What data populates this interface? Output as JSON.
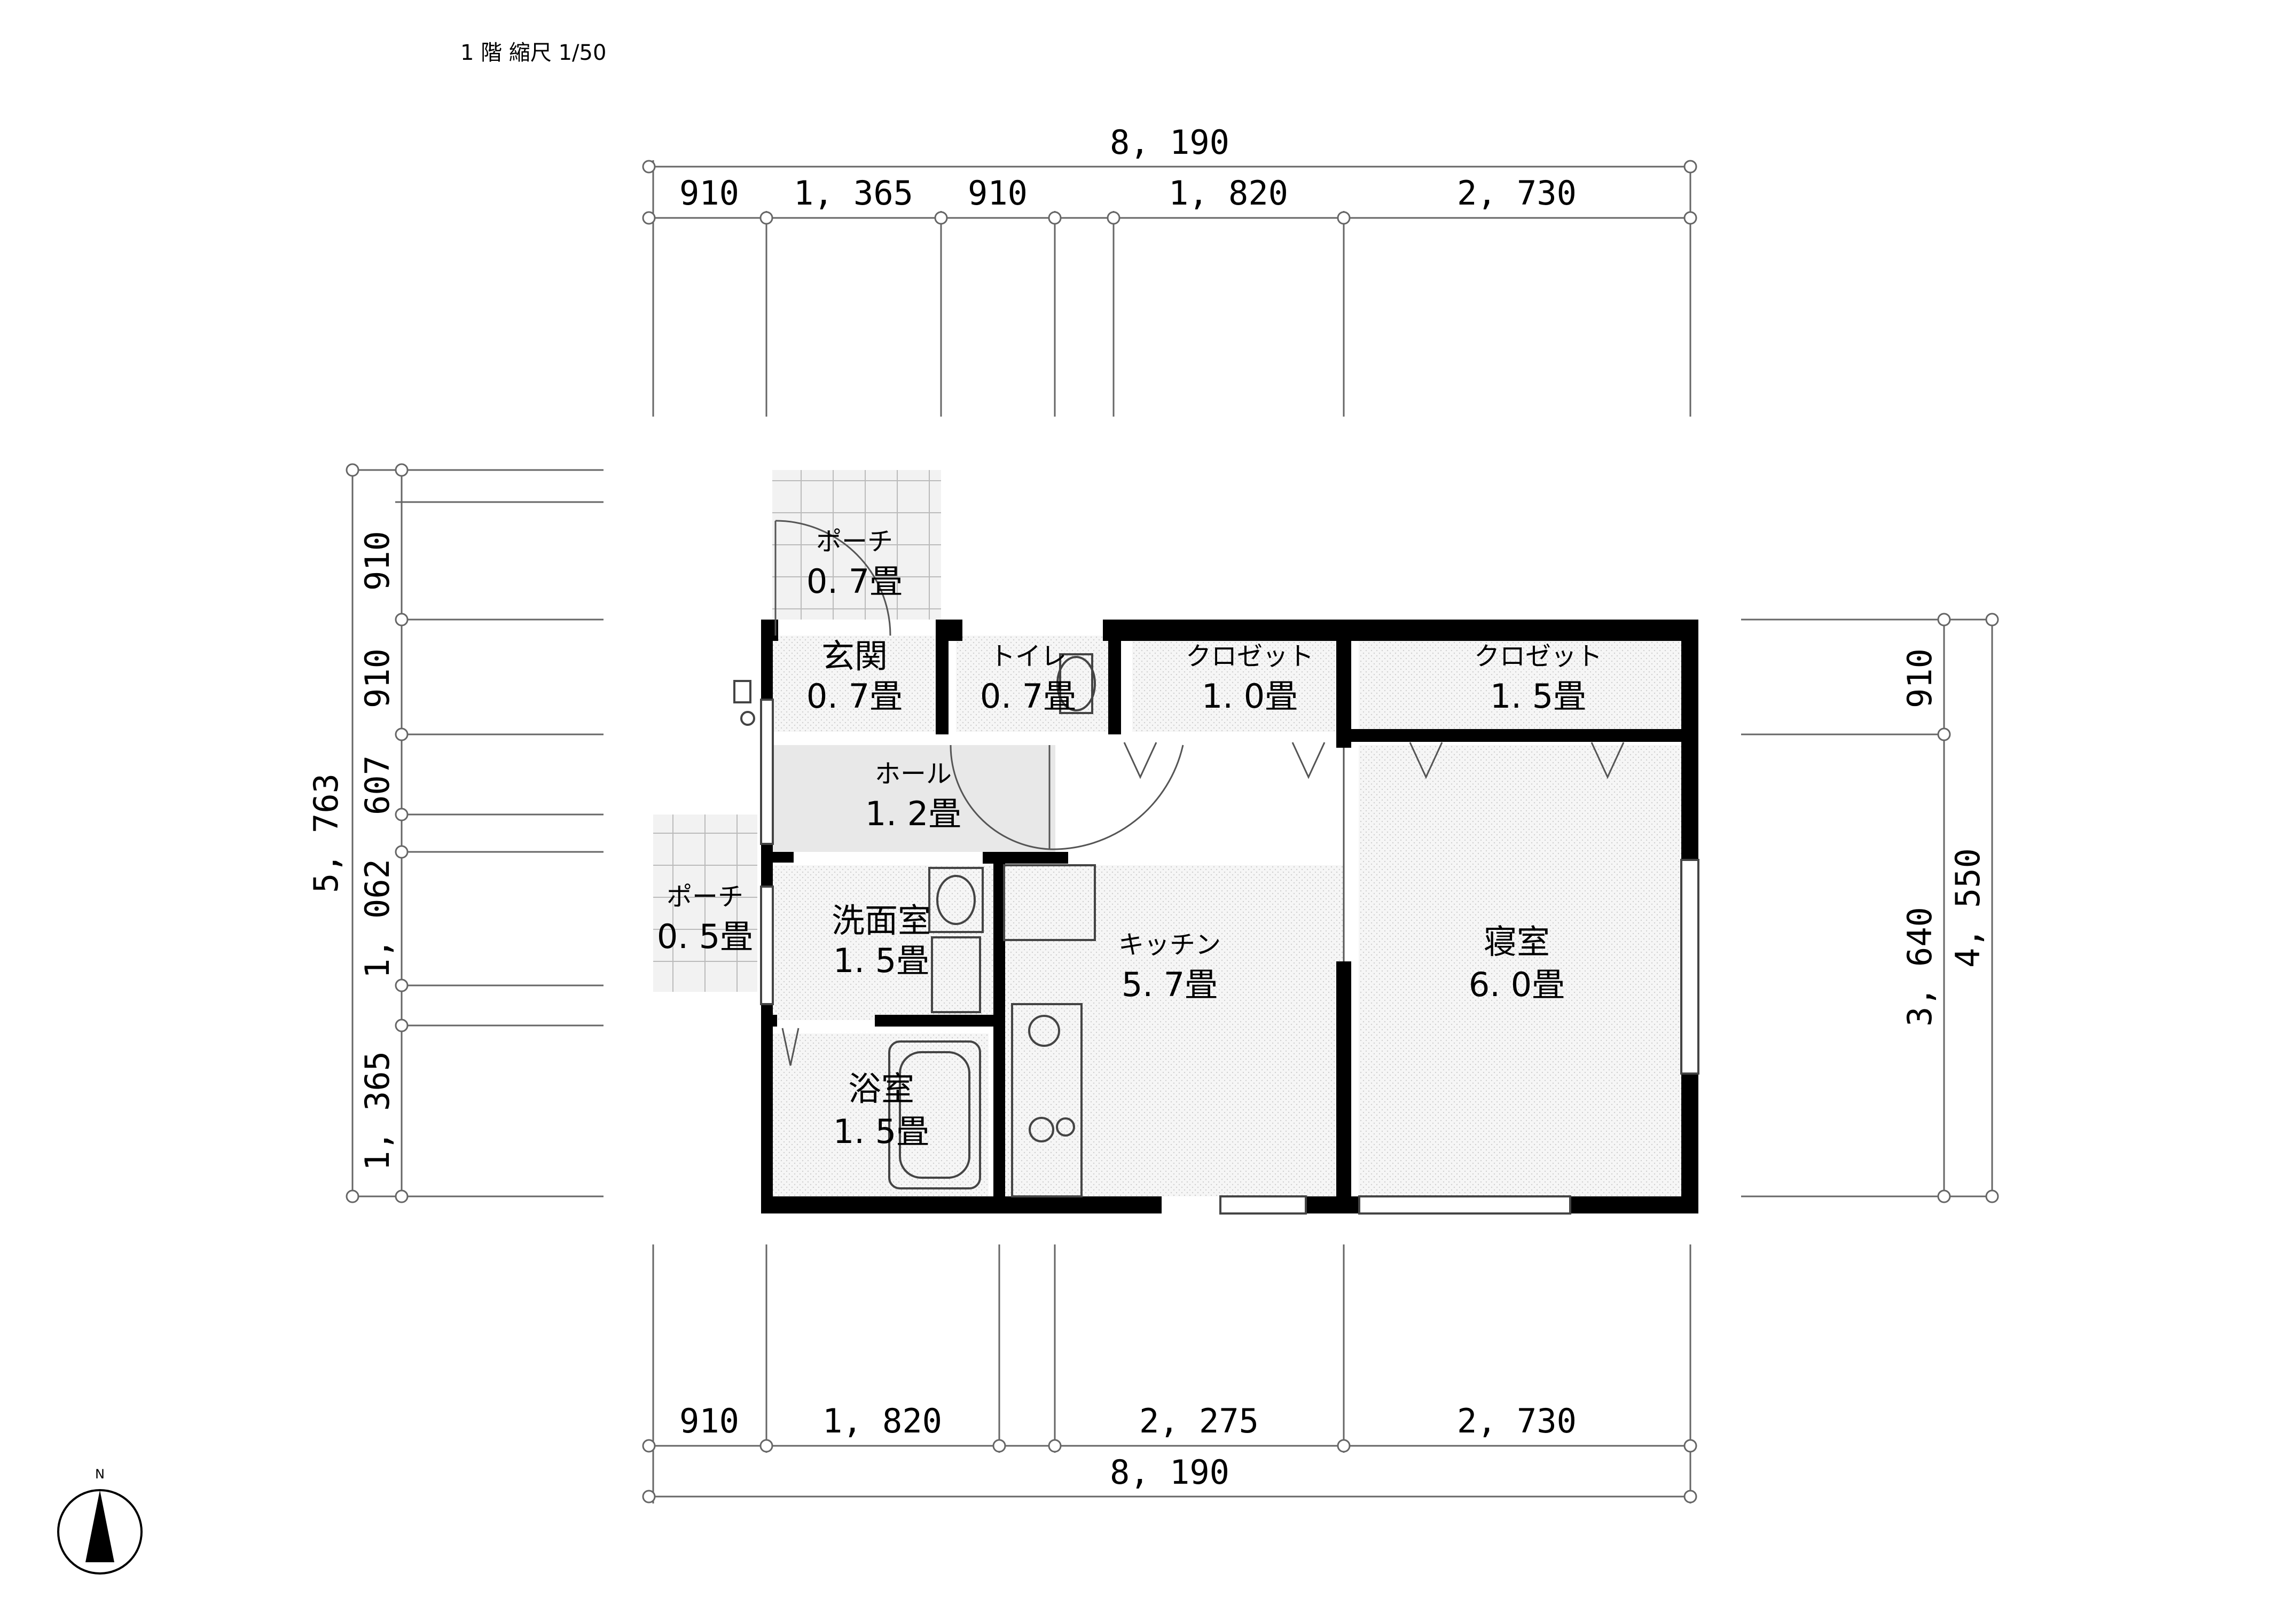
{
  "header": {
    "title": "1 階 縮尺 1/50"
  },
  "dimensions": {
    "top_total": "8, 190",
    "top_segments": [
      "910",
      "1, 365",
      "910",
      "1, 820",
      "2, 730"
    ],
    "bottom_segments": [
      "910",
      "1, 820",
      "2, 275",
      "2, 730"
    ],
    "bottom_total": "8, 190",
    "left_total": "5, 763",
    "left_segments": [
      "910",
      "910",
      "607",
      "1, 062",
      "1, 365"
    ],
    "right_segments": [
      "910",
      "3, 640"
    ],
    "right_total": "4, 550"
  },
  "rooms": [
    {
      "name": "ポーチ",
      "size": "0. 7畳"
    },
    {
      "name": "玄関",
      "size": "0. 7畳"
    },
    {
      "name": "トイレ",
      "size": "0. 7畳"
    },
    {
      "name": "クロゼット",
      "size": "1. 0畳"
    },
    {
      "name": "クロゼット",
      "size": "1. 5畳"
    },
    {
      "name": "ホール",
      "size": "1. 2畳"
    },
    {
      "name": "ポーチ",
      "size": "0. 5畳"
    },
    {
      "name": "洗面室",
      "size": "1. 5畳"
    },
    {
      "name": "キッチン",
      "size": "5. 7畳"
    },
    {
      "name": "寝室",
      "size": "6. 0畳"
    },
    {
      "name": "浴室",
      "size": "1. 5畳"
    }
  ],
  "compass": {
    "label": "N"
  },
  "colors": {
    "wall": "#000000",
    "dimension_line": "#666666",
    "floor_hatch": "#e6e6e6"
  }
}
